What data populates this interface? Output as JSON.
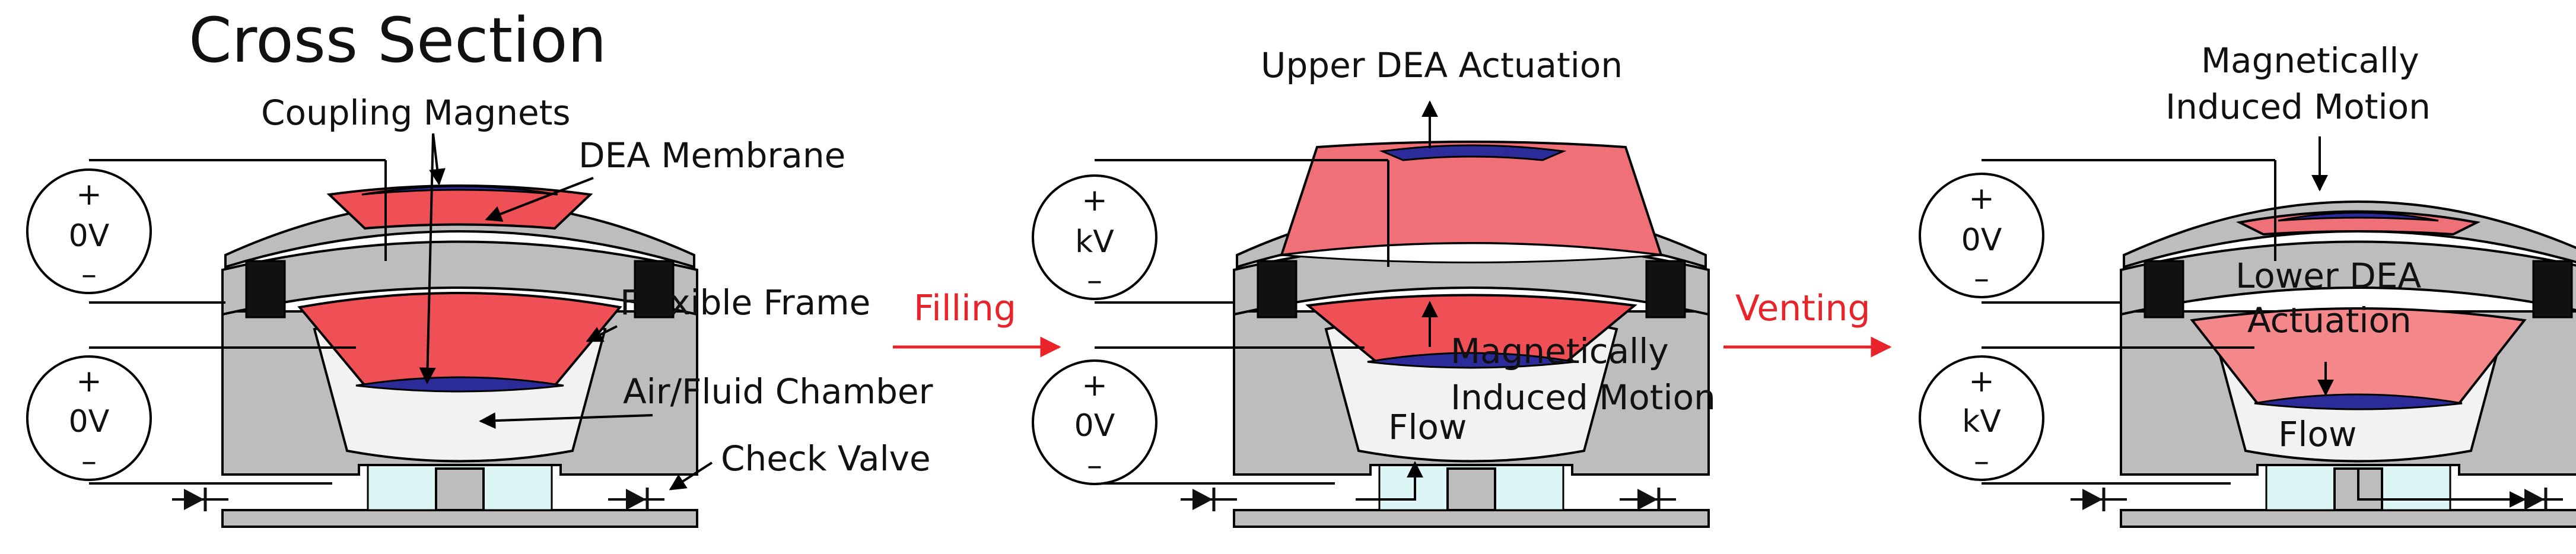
{
  "title": "Cross Section",
  "labels": {
    "coupling_magnets": "Coupling Magnets",
    "dea_membrane": "DEA Membrane",
    "flexible_frame": "Flexible Frame",
    "air_fluid_chamber": "Air/Fluid Chamber",
    "check_valve": "Check Valve",
    "upper_dea_actuation": "Upper DEA Actuation",
    "mag_motion_1": "Magnetically",
    "mag_motion_2": "Induced Motion",
    "flow": "Flow",
    "lower_dea_1": "Lower DEA",
    "lower_dea_2": "Actuation"
  },
  "steps": {
    "filling": "Filling",
    "venting": "Venting"
  },
  "sources": {
    "p1_top": "0V",
    "p1_bottom": "0V",
    "p2_top": "kV",
    "p2_bottom": "0V",
    "p3_top": "0V",
    "p3_bottom": "kV",
    "plus": "+",
    "minus": "–"
  },
  "colors": {
    "frame": "#bdbdbd",
    "membrane_red": "#ee5055",
    "membrane_light": "#f4878a",
    "magnet_blue": "#2b2b9a",
    "chamber": "#f2f2f2",
    "fluid": "#dcf6f6",
    "accent_red": "#e8242a"
  }
}
